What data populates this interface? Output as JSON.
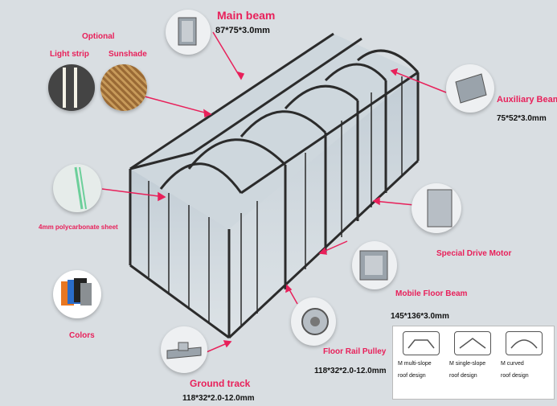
{
  "labels": {
    "main_beam": "Main beam",
    "main_beam_size": "87*75*3.0mm",
    "optional": "Optional",
    "light_strip": "Light strip",
    "sunshade": "Sunshade",
    "auxiliary_beam": "Auxiliary Beam",
    "auxiliary_beam_size": "75*52*3.0mm",
    "polycarbonate": "4mm polycarbonate sheet",
    "special_drive_motor": "Special Drive Motor",
    "mobile_floor_beam": "Mobile Floor Beam",
    "mobile_floor_beam_size": "145*136*3.0mm",
    "colors": "Colors",
    "floor_rail_pulley": "Floor Rail Pulley",
    "floor_rail_pulley_size": "118*32*2.0-12.0mm",
    "ground_track": "Ground track",
    "ground_track_size": "118*32*2.0-12.0mm"
  },
  "roof_designs": [
    {
      "caption_line1": "M multi-slope",
      "caption_line2": "roof design"
    },
    {
      "caption_line1": "M single-slope",
      "caption_line2": "roof design"
    },
    {
      "caption_line1": "M curved",
      "caption_line2": "roof design"
    }
  ],
  "colors": {
    "accent": "#e8205a",
    "frame": "#2b2b2b",
    "background": "#d9dee2"
  },
  "icons": [
    "light-strip-icon",
    "sunshade-icon",
    "main-beam-icon",
    "auxiliary-beam-icon",
    "polycarbonate-icon",
    "drive-motor-icon",
    "floor-beam-icon",
    "color-swatches-icon",
    "pulley-icon",
    "ground-track-icon"
  ]
}
